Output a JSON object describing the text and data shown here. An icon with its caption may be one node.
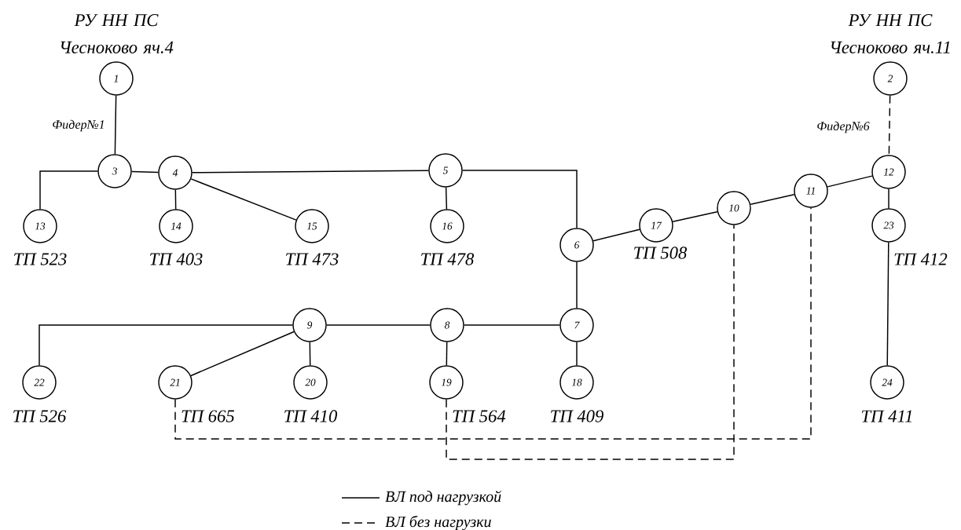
{
  "diagram": {
    "nodes": [
      {
        "text": [
          "1"
        ],
        "beside": [
          "РУ НН ПС Чесноково яч.4"
        ]
      },
      {
        "text": [
          "2"
        ],
        "beside": [
          "РУ НН ПС Чесноково яч.11"
        ]
      },
      {
        "text": [
          "3"
        ]
      },
      {
        "text": [
          "4"
        ]
      },
      {
        "text": [
          "5"
        ]
      },
      {
        "text": [
          "6"
        ]
      },
      {
        "text": [
          "7"
        ]
      },
      {
        "text": [
          "8"
        ]
      },
      {
        "text": [
          "9"
        ]
      },
      {
        "text": [
          "10"
        ]
      },
      {
        "text": [
          "11"
        ]
      },
      {
        "text": [
          "12"
        ]
      },
      {
        "text": [
          "13"
        ],
        "beside": [
          "ТП 523"
        ]
      },
      {
        "text": [
          "14"
        ],
        "beside": [
          "ТП 403"
        ]
      },
      {
        "text": [
          "15"
        ],
        "beside": [
          "ТП 473"
        ]
      },
      {
        "text": [
          "16"
        ],
        "beside": [
          "ТП 478"
        ]
      },
      {
        "text": [
          "17"
        ],
        "beside": [
          "ТП 508"
        ]
      },
      {
        "text": [
          "18"
        ],
        "beside": [
          "ТП 409"
        ]
      },
      {
        "text": [
          "19"
        ],
        "beside": [
          "ТП 564"
        ]
      },
      {
        "text": [
          "20"
        ],
        "beside": [
          "ТП 410"
        ]
      },
      {
        "text": [
          "21"
        ],
        "beside": [
          "ТП 665"
        ]
      },
      {
        "text": [
          "22"
        ],
        "beside": [
          "ТП 526"
        ]
      },
      {
        "text": [
          "23"
        ],
        "beside": [
          "ТП 412"
        ]
      },
      {
        "text": [
          "24"
        ],
        "beside": [
          "ТП 411"
        ]
      }
    ],
    "edges": [
      {
        "from": 0,
        "to": 2,
        "arrow": "none",
        "label": "Фидер№1"
      },
      {
        "from": 1,
        "to": 11,
        "arrow": "none",
        "label": "Фидер№6",
        "style": "dashed"
      },
      {
        "from": 2,
        "to": 12,
        "arrow": "none"
      },
      {
        "from": 2,
        "to": 3,
        "arrow": "none"
      },
      {
        "from": 3,
        "to": 13,
        "arrow": "none"
      },
      {
        "from": 3,
        "to": 14,
        "arrow": "none"
      },
      {
        "from": 3,
        "to": 4,
        "arrow": "none"
      },
      {
        "from": 4,
        "to": 15,
        "arrow": "none"
      },
      {
        "from": 4,
        "to": 5,
        "arrow": "none"
      },
      {
        "from": 5,
        "to": 16,
        "arrow": "none"
      },
      {
        "from": 5,
        "to": 6,
        "arrow": "none"
      },
      {
        "from": 16,
        "to": 9,
        "arrow": "none"
      },
      {
        "from": 9,
        "to": 10,
        "arrow": "none"
      },
      {
        "from": 10,
        "to": 11,
        "arrow": "none"
      },
      {
        "from": 11,
        "to": 22,
        "arrow": "none"
      },
      {
        "from": 22,
        "to": 23,
        "arrow": "none"
      },
      {
        "from": 6,
        "to": 7,
        "arrow": "none"
      },
      {
        "from": 6,
        "to": 17,
        "arrow": "none"
      },
      {
        "from": 7,
        "to": 8,
        "arrow": "none"
      },
      {
        "from": 7,
        "to": 18,
        "arrow": "none"
      },
      {
        "from": 8,
        "to": 19,
        "arrow": "none"
      },
      {
        "from": 8,
        "to": 20,
        "arrow": "none"
      },
      {
        "from": 8,
        "to": 21,
        "arrow": "none"
      },
      {
        "from": 20,
        "to": 10,
        "arrow": "none",
        "style": "dashed"
      },
      {
        "from": 18,
        "to": 9,
        "arrow": "none",
        "style": "dashed"
      }
    ],
    "legend": [
      {
        "text": "ВЛ под нагрузкой"
      },
      {
        "text": "ВЛ без нагрузки"
      }
    ]
  }
}
